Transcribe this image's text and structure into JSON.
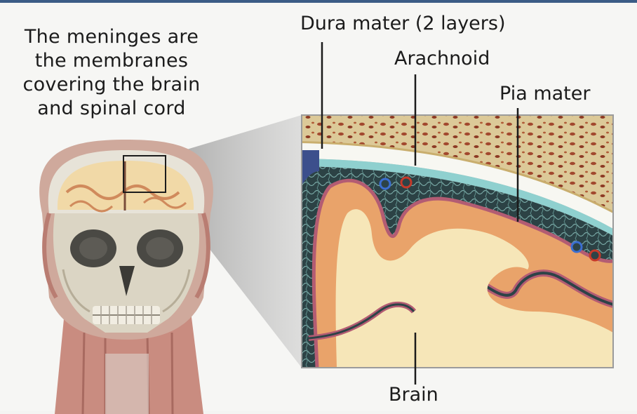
{
  "intro": {
    "lines": [
      "The meninges are",
      "the membranes",
      "covering the brain",
      "and spinal cord"
    ]
  },
  "labels": {
    "dura": "Dura mater (2 layers)",
    "arachnoid": "Arachnoid",
    "pia": "Pia mater",
    "brain": "Brain"
  },
  "colors": {
    "bone": "#d9c79a",
    "bone_spots": "#a2482e",
    "dura": "#f7f7f2",
    "arachnoid_space": "#2d4347",
    "arachnoid_membrane": "#8fd0cf",
    "gray_matter": "#e9a36a",
    "white_matter": "#f6e6b8",
    "pia": "#b35c73",
    "skull": "#d6d0bf",
    "muscle": "#c98c80"
  }
}
